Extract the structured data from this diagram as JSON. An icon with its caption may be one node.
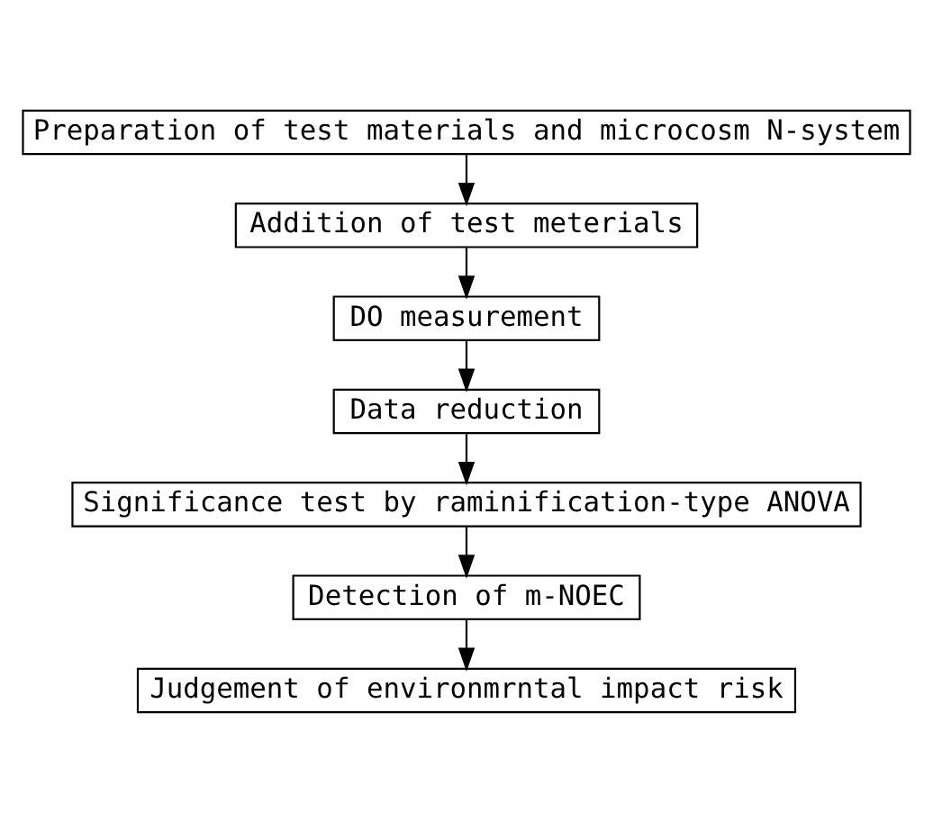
{
  "diagram": {
    "nodes": [
      {
        "text": [
          "Preparation of test materials and microcosm N-system"
        ]
      },
      {
        "text": [
          "Addition of test meterials"
        ]
      },
      {
        "text": [
          "DO measurement"
        ]
      },
      {
        "text": [
          "Data reduction"
        ]
      },
      {
        "text": [
          "Significance test by raminification-type ANOVA"
        ]
      },
      {
        "text": [
          "Detection of m-NOEC"
        ]
      },
      {
        "text": [
          "Judgement of environmrntal impact risk"
        ]
      }
    ],
    "edges": [
      {
        "from": 0,
        "to": 1,
        "arrow": "to"
      },
      {
        "from": 1,
        "to": 2,
        "arrow": "to"
      },
      {
        "from": 2,
        "to": 3,
        "arrow": "to"
      },
      {
        "from": 3,
        "to": 4,
        "arrow": "to"
      },
      {
        "from": 4,
        "to": 5,
        "arrow": "to"
      },
      {
        "from": 5,
        "to": 6,
        "arrow": "to"
      }
    ]
  }
}
